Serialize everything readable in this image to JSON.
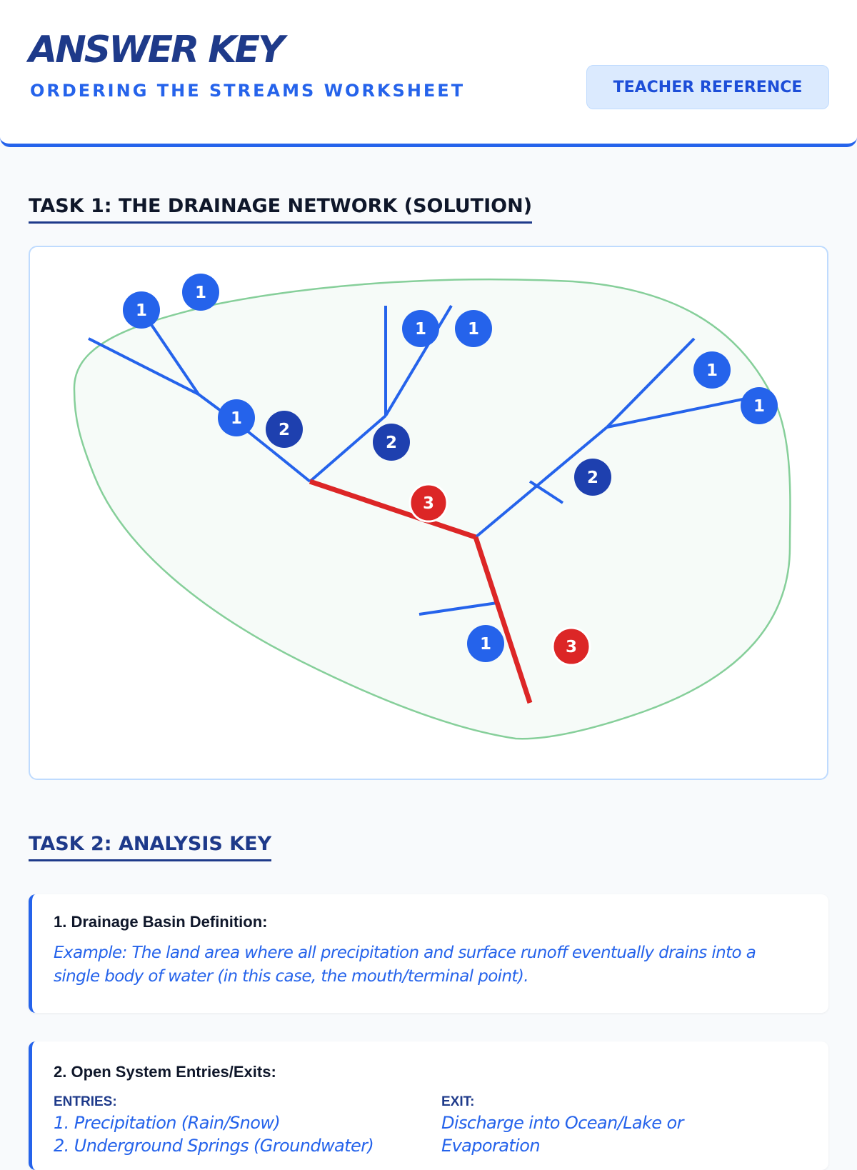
{
  "header": {
    "title": "ANSWER KEY",
    "subtitle": "ORDERING THE STREAMS WORKSHEET",
    "badge": "TEACHER REFERENCE"
  },
  "colors": {
    "primary_blue": "#2563eb",
    "navy": "#1e3a8a",
    "order1": "#2563eb",
    "order2": "#1e40af",
    "order3": "#dc2626",
    "basin_outline": "#86cf9a",
    "basin_fill": "#f6fbf8"
  },
  "task1": {
    "title": "TASK 1: THE DRAINAGE NETWORK (SOLUTION)",
    "stream_order_labels": [
      {
        "label": "1",
        "order": 1
      },
      {
        "label": "1",
        "order": 1
      },
      {
        "label": "1",
        "order": 1
      },
      {
        "label": "2",
        "order": 2
      },
      {
        "label": "1",
        "order": 1
      },
      {
        "label": "1",
        "order": 1
      },
      {
        "label": "2",
        "order": 2
      },
      {
        "label": "1",
        "order": 1
      },
      {
        "label": "1",
        "order": 1
      },
      {
        "label": "2",
        "order": 2
      },
      {
        "label": "3",
        "order": 3
      },
      {
        "label": "1",
        "order": 1
      },
      {
        "label": "3",
        "order": 3
      }
    ]
  },
  "task2": {
    "title": "TASK 2: ANALYSIS KEY",
    "q1": {
      "question": "1. Drainage Basin Definition:",
      "answer": "Example: The land area where all precipitation and surface runoff eventually drains into a single body of water (in this case, the mouth/terminal point)."
    },
    "q2": {
      "question": "2. Open System Entries/Exits:",
      "entries_label": "ENTRIES:",
      "entries": [
        "1. Precipitation (Rain/Snow)",
        "2. Underground Springs (Groundwater)"
      ],
      "exit_label": "EXIT:",
      "exit": [
        "Discharge into Ocean/Lake or",
        "Evaporation"
      ]
    }
  }
}
